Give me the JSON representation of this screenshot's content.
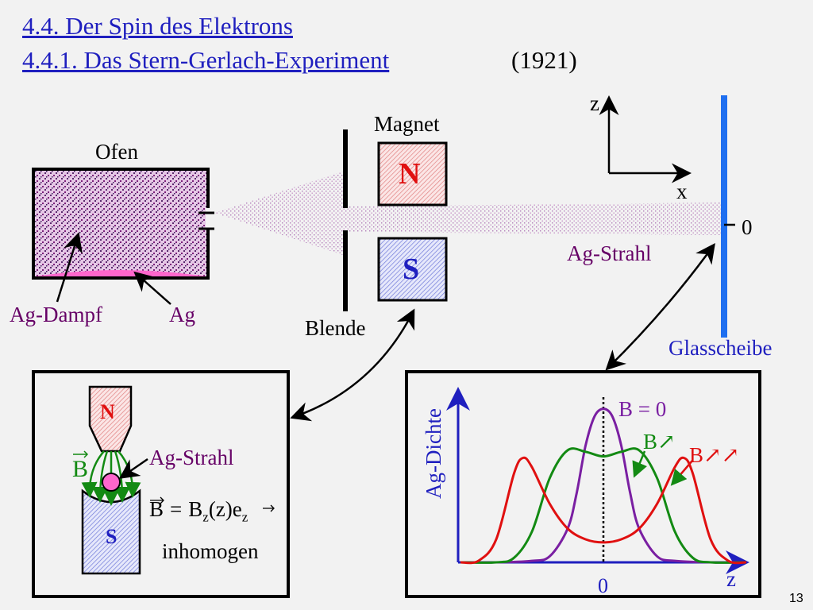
{
  "header": {
    "title_line1": "4.4. Der Spin des Elektrons",
    "title_line2": "4.4.1. Das Stern-Gerlach-Experiment",
    "year": "(1921)"
  },
  "apparatus": {
    "oven_label": "Ofen",
    "vapor_label": "Ag-Dampf",
    "silver_label": "Ag",
    "magnet_label": "Magnet",
    "north_label": "N",
    "south_label": "S",
    "aperture_label": "Blende",
    "beam_label": "Ag-Strahl",
    "screen_label": "Glasscheibe",
    "zero_label": "0",
    "axis_z": "z",
    "axis_x": "x"
  },
  "inset_magnet": {
    "north_label": "N",
    "south_label": "S",
    "b_label": "B",
    "beam_label": "Ag-Strahl",
    "formula_lhs": "B",
    "formula_eq": "=",
    "formula_b": "B",
    "formula_sub_z": "z",
    "formula_arg": "(z)",
    "formula_e": "e",
    "formula_sub_z2": "z",
    "inhom_label": "inhomogen"
  },
  "chart_data": {
    "type": "line",
    "title": "",
    "xlabel": "z",
    "ylabel": "Ag-Dichte",
    "x_tick_label": "0",
    "xlim": [
      -1.6,
      1.6
    ],
    "ylim": [
      0,
      1.05
    ],
    "zero_line": "dotted",
    "series": [
      {
        "name": "B = 0",
        "color": "#7a1fa2",
        "x": [
          -1.6,
          -1.2,
          -0.8,
          -0.6,
          -0.4,
          -0.3,
          -0.2,
          -0.1,
          0,
          0.1,
          0.2,
          0.3,
          0.4,
          0.6,
          0.8,
          1.2,
          1.6
        ],
        "y": [
          0.0,
          0.0,
          0.01,
          0.04,
          0.22,
          0.45,
          0.76,
          0.95,
          1.0,
          0.95,
          0.76,
          0.45,
          0.22,
          0.04,
          0.01,
          0.0,
          0.0
        ]
      },
      {
        "name": "B↗",
        "color": "#138a13",
        "x": [
          -1.6,
          -1.2,
          -1.0,
          -0.8,
          -0.6,
          -0.4,
          -0.2,
          0,
          0.2,
          0.4,
          0.6,
          0.8,
          1.0,
          1.2,
          1.6
        ],
        "y": [
          0.0,
          0.0,
          0.03,
          0.2,
          0.55,
          0.73,
          0.72,
          0.69,
          0.72,
          0.73,
          0.55,
          0.2,
          0.03,
          0.0,
          0.0
        ]
      },
      {
        "name": "B↗↗",
        "color": "#e01010",
        "x": [
          -1.6,
          -1.4,
          -1.2,
          -1.0,
          -0.9,
          -0.8,
          -0.6,
          -0.4,
          -0.2,
          0,
          0.2,
          0.4,
          0.6,
          0.8,
          0.9,
          1.0,
          1.2,
          1.4,
          1.6
        ],
        "y": [
          0.0,
          0.01,
          0.15,
          0.58,
          0.68,
          0.62,
          0.38,
          0.22,
          0.15,
          0.13,
          0.15,
          0.22,
          0.38,
          0.62,
          0.68,
          0.58,
          0.15,
          0.01,
          0.0
        ]
      }
    ]
  }
}
